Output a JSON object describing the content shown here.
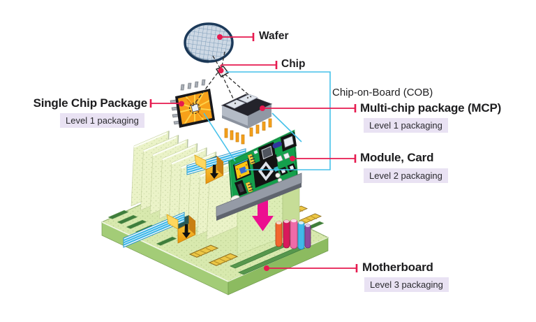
{
  "diagram": {
    "wafer_label": "Wafer",
    "chip_label": "Chip",
    "cob_label": "Chip-on-Board (COB)",
    "scp_label": "Single Chip Package",
    "scp_badge": "Level 1 packaging",
    "mcp_label": "Multi-chip package (MCP)",
    "mcp_badge": "Level 1 packaging",
    "module_label": "Module, Card",
    "module_badge": "Level 2 packaging",
    "motherboard_label": "Motherboard",
    "motherboard_badge": "Level 3 packaging"
  },
  "colors": {
    "annotation_red": "#e61a4f",
    "annotation_cyan": "#45c1ea",
    "badge_background": "#e9e2f3",
    "label_text": "#1d1d1f",
    "pcb_green": "#14a04c",
    "board_green": "#d8e9ae",
    "arrow_pink": "#ec0f90",
    "package_orange": "#f7a11a",
    "mcp_body": "#23232b",
    "dashed_line": "#2f2f2f"
  }
}
